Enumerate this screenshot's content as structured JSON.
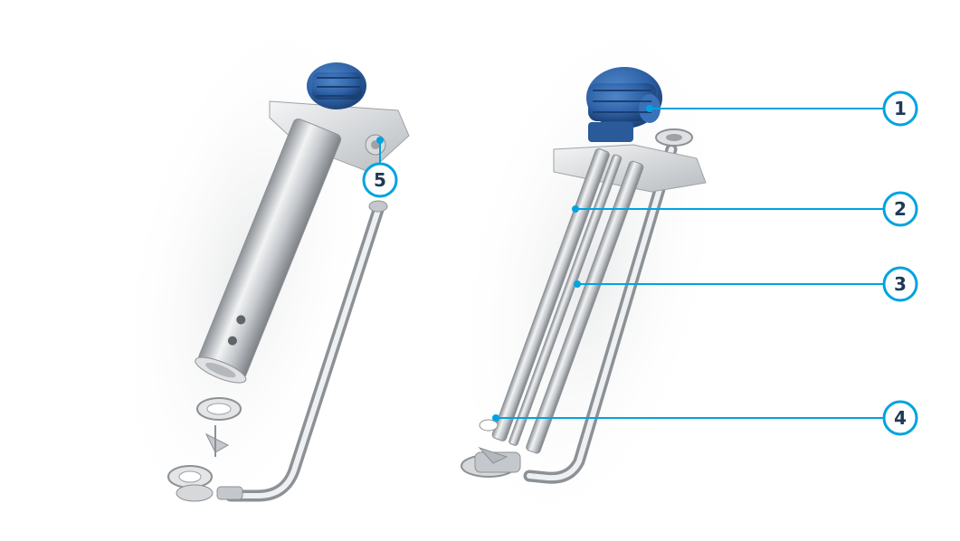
{
  "image": {
    "description_free": true
  },
  "callouts": [
    {
      "label": "1"
    },
    {
      "label": "2"
    },
    {
      "label": "3"
    },
    {
      "label": "4"
    },
    {
      "label": "5"
    }
  ],
  "colors": {
    "accent": "#00a3e0",
    "callout_text": "#1e3a56",
    "motor_blue": "#2f63a8",
    "steel_light": "#eef0f2",
    "steel_mid": "#c4c8cc",
    "steel_dark": "#8c9196"
  },
  "icons": {
    "motor": "electric-motor-icon",
    "flange": "flange-icon",
    "impeller": "impeller-icon"
  }
}
